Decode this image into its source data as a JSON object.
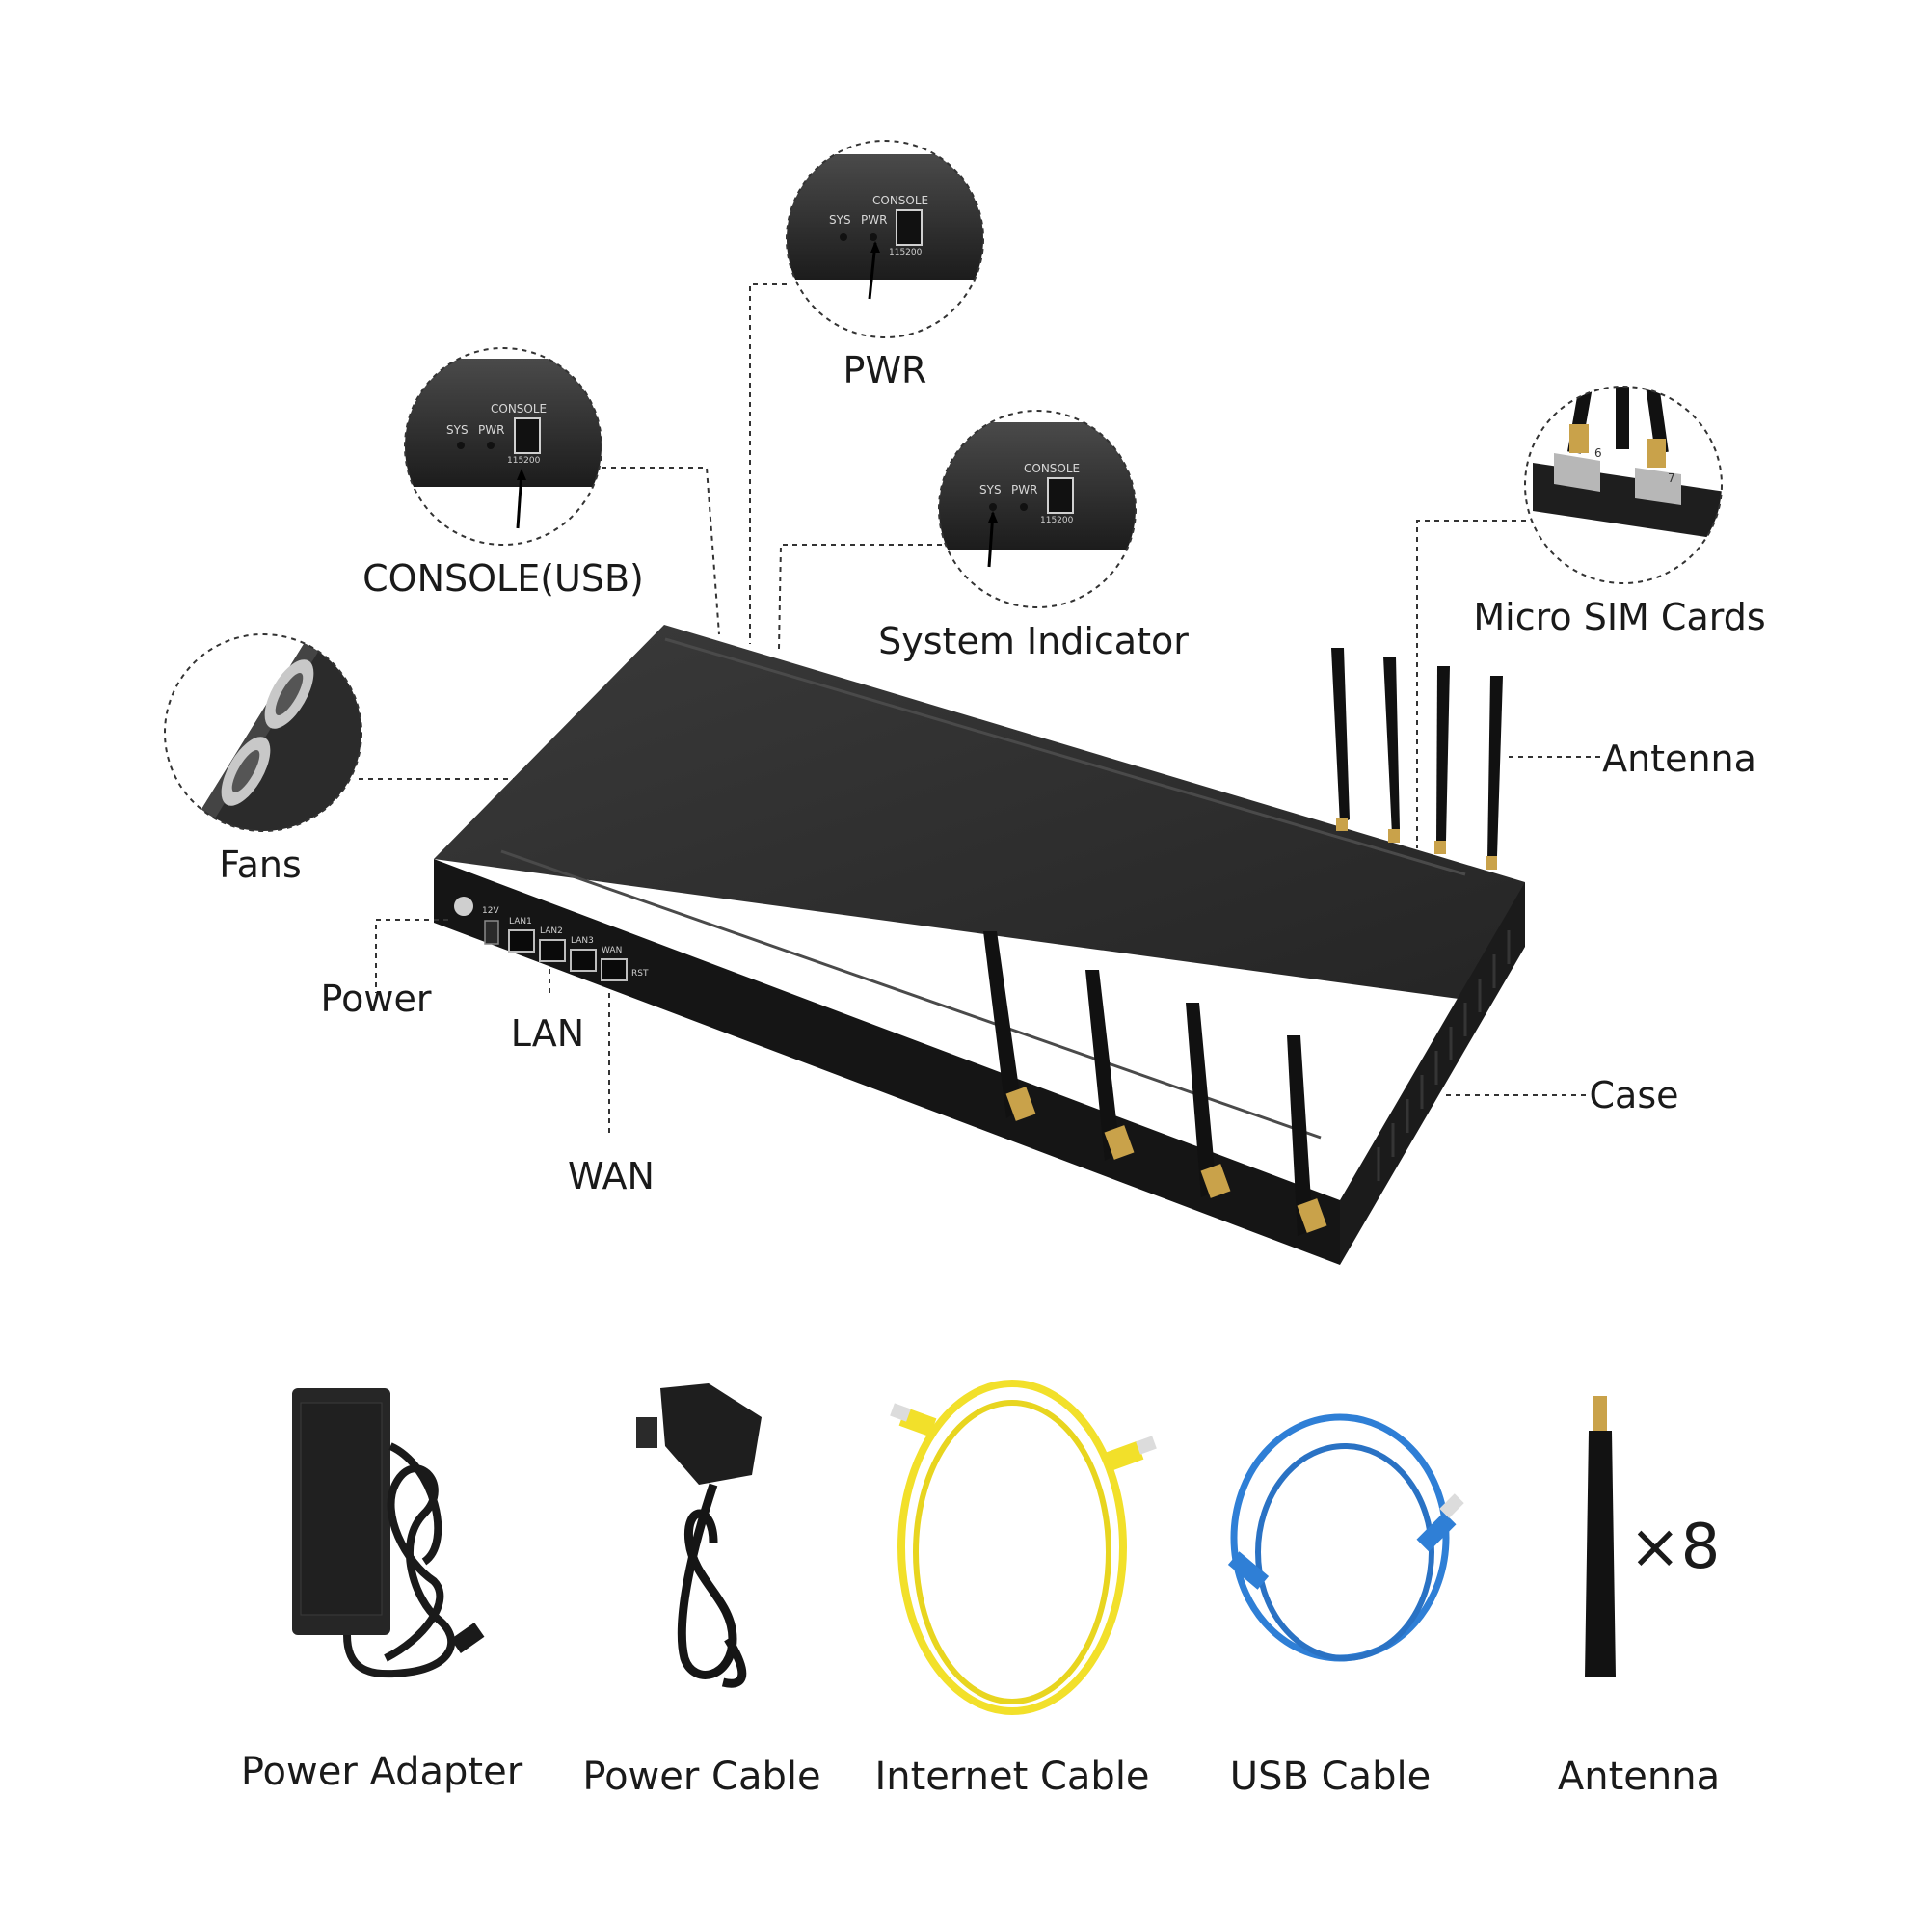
{
  "callouts": {
    "pwr": "PWR",
    "console": "CONSOLE(USB)",
    "system": "System Indicator",
    "sim": "Micro SIM Cards",
    "fans": "Fans",
    "antenna": "Antenna",
    "power": "Power",
    "lan": "LAN",
    "wan": "WAN",
    "case": "Case"
  },
  "panel_text": {
    "console": "CONSOLE",
    "sys": "SYS",
    "pwr": "PWR",
    "baud": "115200",
    "v12": "12V",
    "lan1": "LAN1",
    "lan2": "LAN2",
    "lan3": "LAN3",
    "wan": "WAN",
    "rst": "RST",
    "sim6": "6",
    "sim7": "7"
  },
  "accessories": {
    "adapter": "Power Adapter",
    "power_cable": "Power Cable",
    "internet_cable": "Internet Cable",
    "usb_cable": "USB Cable",
    "antenna": "Antenna",
    "antenna_qty": "×8"
  },
  "colors": {
    "device": "#2b2b2b",
    "ethernet": "#f2e02a",
    "usb": "#2f7fd6",
    "brass": "#c9a24a"
  }
}
